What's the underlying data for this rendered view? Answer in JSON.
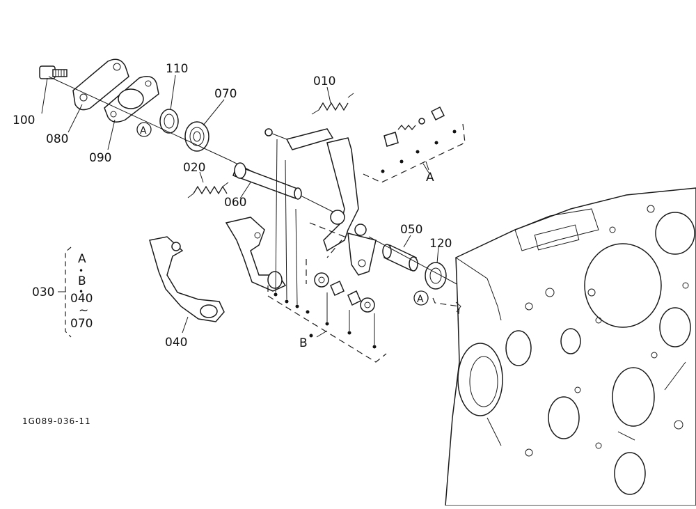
{
  "callouts": {
    "p100": "100",
    "p080": "080",
    "p090": "090",
    "p110": "110",
    "p070": "070",
    "p010": "010",
    "p020": "020",
    "p060": "060",
    "p050": "050",
    "p120": "120",
    "p040": "040"
  },
  "ref_markers": {
    "a_circle_upper": "A",
    "a_letter_right": "A",
    "a_circle_lower": "A",
    "b_letter": "B"
  },
  "assembly_group": {
    "number": "030",
    "line1": "A",
    "sep1": "•",
    "line2": "B",
    "sep2": "•",
    "line3": "040",
    "tilde": "~",
    "line4": "070"
  },
  "figure_code": "1G089-036-11"
}
